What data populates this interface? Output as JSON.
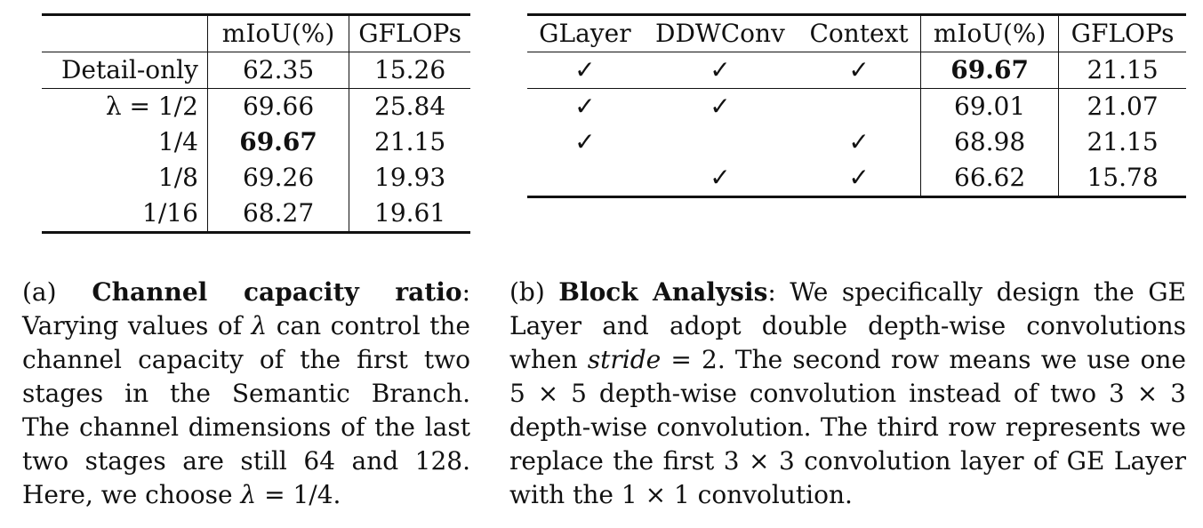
{
  "table_a": {
    "headers": [
      "",
      "mIoU(%)",
      "GFLOPs"
    ],
    "rows": [
      {
        "label": "Detail-only",
        "miou": "62.35",
        "gflops": "15.26"
      },
      {
        "label": "λ = 1/2",
        "miou": "69.66",
        "gflops": "25.84"
      },
      {
        "label": "1/4",
        "miou": "69.67",
        "gflops": "21.15"
      },
      {
        "label": "1/8",
        "miou": "69.26",
        "gflops": "19.93"
      },
      {
        "label": "1/16",
        "miou": "68.27",
        "gflops": "19.61"
      }
    ]
  },
  "table_b": {
    "headers": [
      "GLayer",
      "DDWConv",
      "Context",
      "mIoU(%)",
      "GFLOPs"
    ],
    "rows": [
      {
        "glayer": "✓",
        "ddwconv": "✓",
        "context": "✓",
        "miou": "69.67",
        "gflops": "21.15"
      },
      {
        "glayer": "✓",
        "ddwconv": "✓",
        "context": "",
        "miou": "69.01",
        "gflops": "21.07"
      },
      {
        "glayer": "✓",
        "ddwconv": "",
        "context": "✓",
        "miou": "68.98",
        "gflops": "21.15"
      },
      {
        "glayer": "",
        "ddwconv": "✓",
        "context": "✓",
        "miou": "66.62",
        "gflops": "15.78"
      }
    ]
  },
  "caption_a": {
    "prefix": "(a)",
    "title": "Channel capacity ratio",
    "text1": ": Varying values of ",
    "lambda": "λ",
    "text2": " can control the channel capacity of the first two stages in the Semantic Branch. The channel dimensions of the last two stages are still 64 and 128. Here, we choose ",
    "text3": " = 1/4."
  },
  "caption_b": {
    "prefix": "(b)",
    "title": "Block Analysis",
    "text1": ": We specifically design the GE Layer and adopt double depth-wise convolutions when ",
    "stride": "stride",
    "text2": " = 2. The second row means we use one 5 × 5 depth-wise convolution instead of two 3 × 3 depth-wise convolution. The third row represents we replace the first 3 × 3 convolution layer of GE Layer with the 1 × 1 convolution."
  }
}
